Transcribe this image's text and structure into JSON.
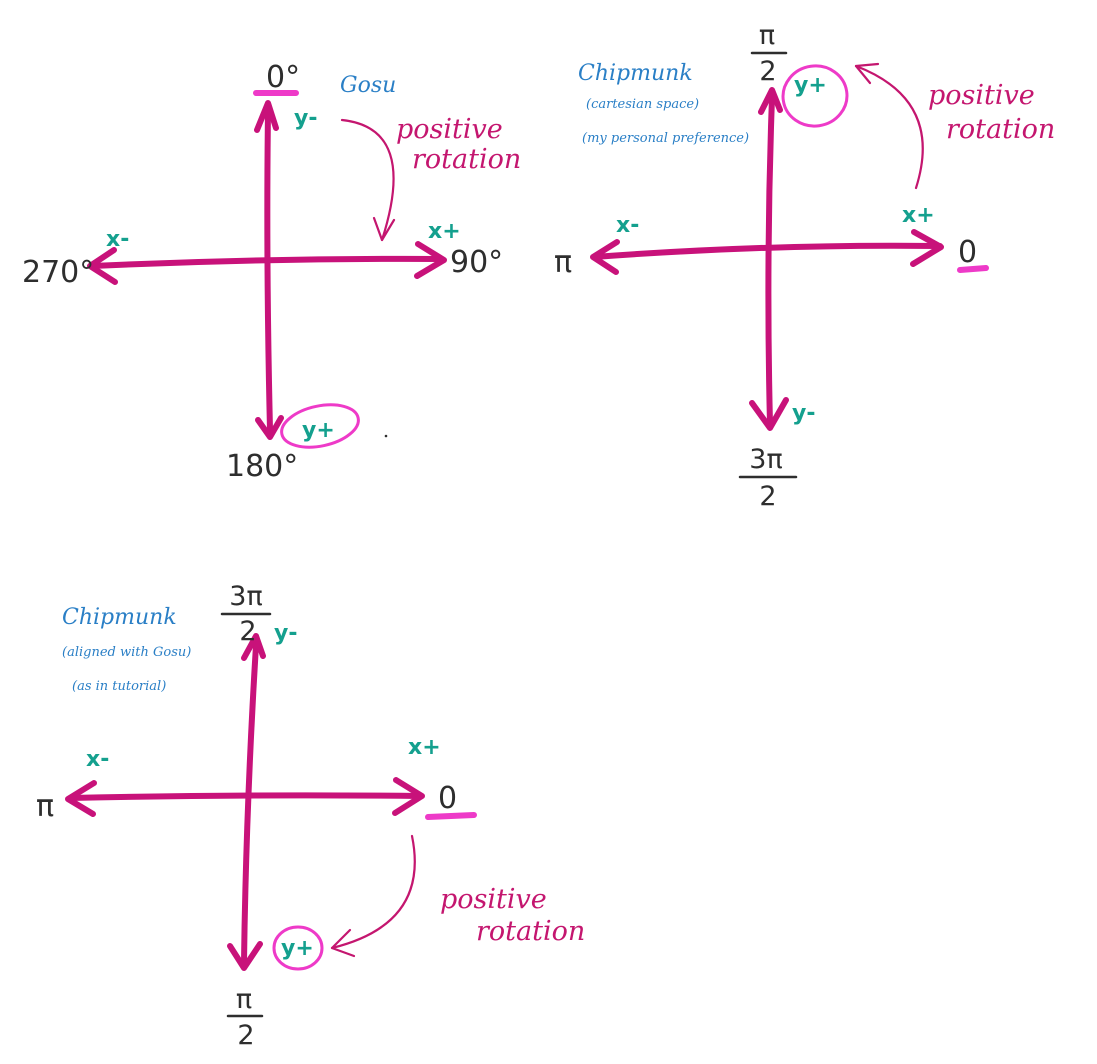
{
  "colors": {
    "axis": "#c8127a",
    "rotation": "#c4166f",
    "highlight": "#ee3ac8",
    "ink": "#2e2e2e",
    "teal": "#14a08e",
    "blue": "#2a7fc6"
  },
  "diagrams": {
    "gosu": {
      "title": "Gosu",
      "top_label": "0°",
      "right_label": "90°",
      "bottom_label": "180°",
      "left_label": "270°",
      "y_neg": "y-",
      "y_pos": "y+",
      "x_neg": "x-",
      "x_pos": "x+",
      "rotation_line1": "positive",
      "rotation_line2": "rotation"
    },
    "cartesian": {
      "title": "Chipmunk",
      "subtitle1": "(cartesian space)",
      "subtitle2": "(my personal preference)",
      "top_num": "π",
      "top_den": "2",
      "right_label": "0",
      "left_label": "π",
      "bottom_num": "3π",
      "bottom_den": "2",
      "y_pos": "y+",
      "y_neg": "y-",
      "x_neg": "x-",
      "x_pos": "x+",
      "rotation_line1": "positive",
      "rotation_line2": "rotation"
    },
    "aligned": {
      "title": "Chipmunk",
      "subtitle1": "(aligned with Gosu)",
      "subtitle2": "(as in tutorial)",
      "top_num": "3π",
      "top_den": "2",
      "right_label": "0",
      "left_label": "π",
      "bottom_num": "π",
      "bottom_den": "2",
      "y_neg": "y-",
      "y_pos": "y+",
      "x_neg": "x-",
      "x_pos": "x+",
      "rotation_line1": "positive",
      "rotation_line2": "rotation"
    }
  }
}
